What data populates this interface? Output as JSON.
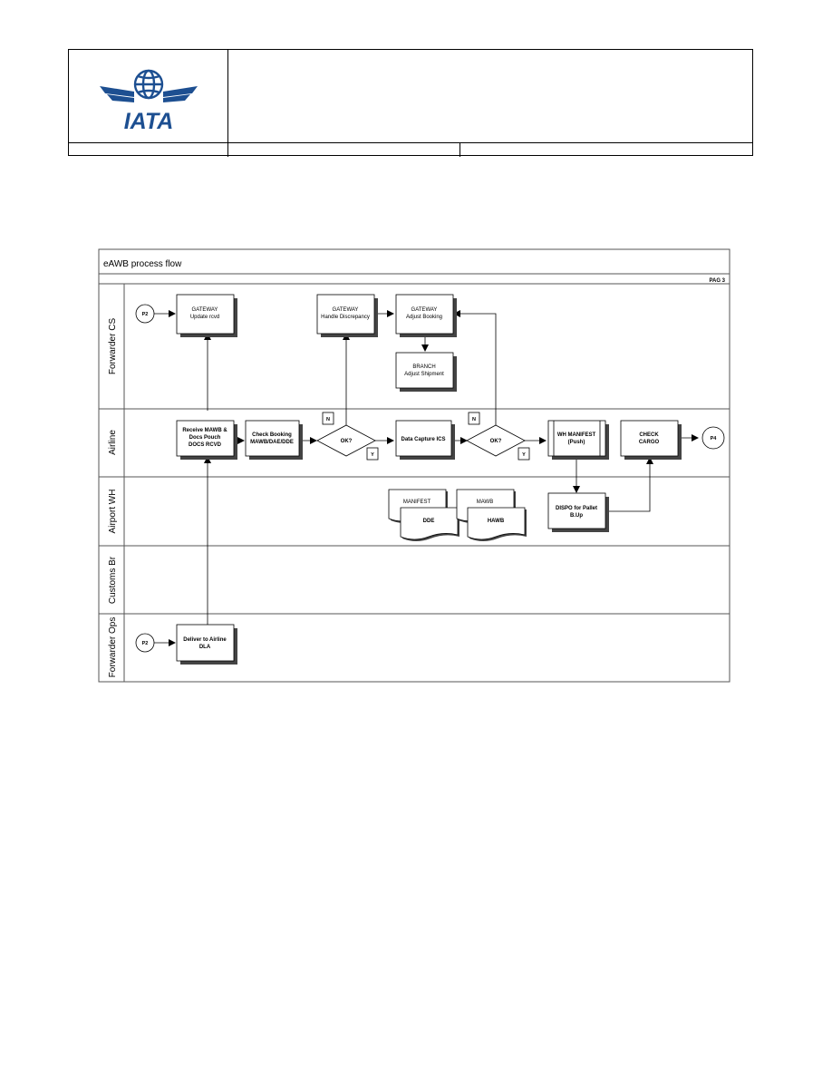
{
  "header": {
    "logo_text": "IATA",
    "title_cell": "",
    "row2": [
      "",
      "",
      ""
    ]
  },
  "diagram": {
    "title": "eAWB process flow",
    "page_ref": "PAG 3",
    "lanes": [
      {
        "id": "fcs",
        "label": "Forwarder CS"
      },
      {
        "id": "airline",
        "label": "Airline"
      },
      {
        "id": "awh",
        "label": "Airport WH"
      },
      {
        "id": "customs",
        "label": "Customs Br"
      },
      {
        "id": "fops",
        "label": "Forwarder Ops"
      }
    ],
    "connectors": {
      "p2_top": "P2",
      "p2_bottom": "P2",
      "p4": "P4"
    },
    "boxes": {
      "gw_update": [
        "GATEWAY",
        "Update rcvd"
      ],
      "gw_discrepancy": [
        "GATEWAY",
        "Handle Discrepancy"
      ],
      "gw_adjust": [
        "GATEWAY",
        "Adjust Booking"
      ],
      "branch_adjust": [
        "BRANCH",
        "Adjust Shipment"
      ],
      "receive_mawb": [
        "Receive MAWB &",
        "Docs Pouch",
        "DOCS RCVD"
      ],
      "check_booking": [
        "Check Booking",
        "MAWB/DAE/DDE"
      ],
      "data_capture": [
        "Data Capture ICS"
      ],
      "wh_manifest": [
        "WH MANIFEST",
        "(Push)"
      ],
      "check_cargo": [
        "CHECK",
        "CARGO"
      ],
      "dispo": [
        "DISPO for Pallet",
        "B.Up"
      ],
      "deliver": [
        "Deliver to Airline",
        "DLA"
      ]
    },
    "decisions": {
      "ok1": "OK?",
      "ok2": "OK?"
    },
    "flags": {
      "n1": "N",
      "y1": "Y",
      "n2": "N",
      "y2": "Y"
    },
    "documents": {
      "manifest": "MANIFEST",
      "dde": "DDE",
      "mawb": "MAWB",
      "hawb": "HAWB"
    }
  }
}
